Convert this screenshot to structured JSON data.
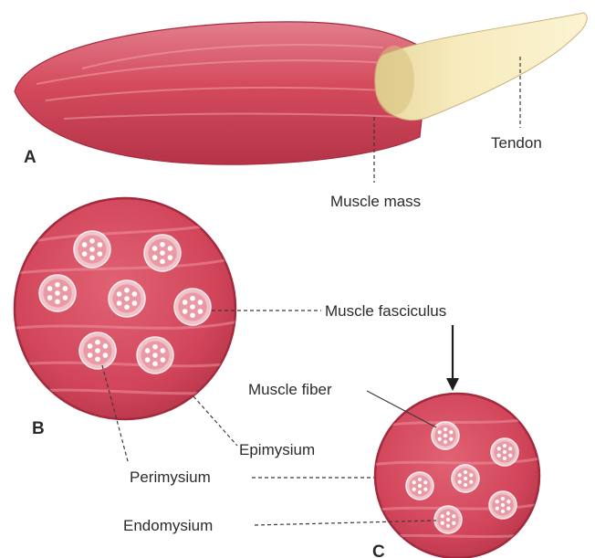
{
  "panels": {
    "a": {
      "letter": "A"
    },
    "b": {
      "letter": "B"
    },
    "c": {
      "letter": "C"
    }
  },
  "labels": {
    "tendon": "Tendon",
    "muscle_mass": "Muscle mass",
    "muscle_fasciculus": "Muscle fasciculus",
    "muscle_fiber": "Muscle fiber",
    "epimysium": "Epimysium",
    "perimysium": "Perimysium",
    "endomysium": "Endomysium"
  },
  "colors": {
    "muscle": "#d4485a",
    "muscle_dark": "#a82a3c",
    "muscle_light": "#e98a96",
    "tendon": "#f5e8b5",
    "fascicle_fill": "#f2c9cf",
    "fiber_dot": "#ffffff",
    "line": "#3a3a3a"
  }
}
